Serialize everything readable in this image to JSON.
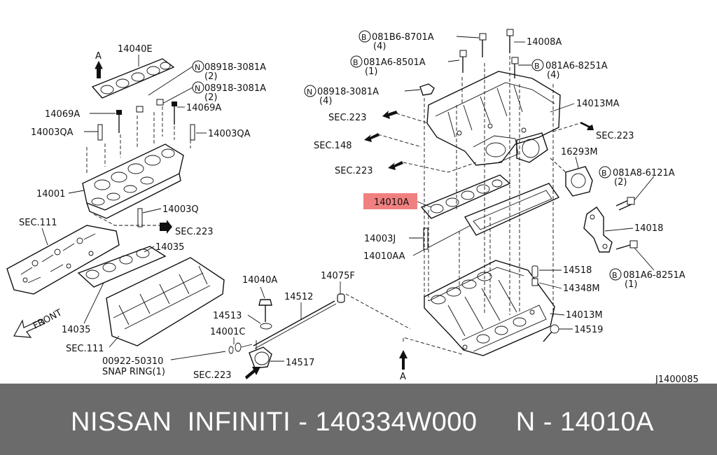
{
  "diagram": {
    "callouts": {
      "p14040E": "14040E",
      "nut_n1": "08918-3081A",
      "nut_n1_qty": "(2)",
      "nut_n2": "08918-3081A",
      "nut_n2_qty": "(2)",
      "p14069A_left": "14069A",
      "p14069A_right": "14069A",
      "p14003QA_left": "14003QA",
      "p14003QA_right": "14003QA",
      "p14001": "14001",
      "p14003Q": "14003Q",
      "sec223_a": "SEC.223",
      "sec111_top": "SEC.111",
      "p14035_top": "14035",
      "p14035_bottom": "14035",
      "sec111_bottom": "SEC.111",
      "front": "FRONT",
      "arrow_a_top": "A",
      "arrow_a_bottom": "A",
      "p14040A": "14040A",
      "p14075F": "14075F",
      "p14513": "14513",
      "p14512": "14512",
      "p14001C": "14001C",
      "snap_part": "00922-50310",
      "snap_ring": "SNAP RING(1)",
      "p14517": "14517",
      "sec223_b": "SEC.223",
      "bolt_b1": "081B6-8701A",
      "bolt_b1_qty": "(4)",
      "p14008A": "14008A",
      "bolt_b2": "081A6-8501A",
      "bolt_b2_qty": "(1)",
      "bolt_b3": "081A6-8251A",
      "bolt_b3_qty": "(4)",
      "nut_n3": "08918-3081A",
      "nut_n3_qty": "(4)",
      "p14013MA": "14013MA",
      "sec223_c": "SEC.223",
      "sec223_d": "SEC.223",
      "sec148": "SEC.148",
      "sec223_e": "SEC.223",
      "p16293M": "16293M",
      "bolt_b4": "081A8-6121A",
      "bolt_b4_qty": "(2)",
      "p14010A": "14010A",
      "p14018": "14018",
      "p14003J": "14003J",
      "p14010AA": "14010AA",
      "p14518": "14518",
      "bolt_b5": "081A6-8251A",
      "bolt_b5_qty": "(1)",
      "p14348M": "14348M",
      "p14013M": "14013M",
      "p14519": "14519",
      "diagram_code": "J1400085",
      "mark_b": "B",
      "mark_n": "N"
    },
    "highlight_color": "#f08080"
  },
  "caption": {
    "text": "NISSAN  INFINITI - 140334W000     N - 14010A"
  }
}
